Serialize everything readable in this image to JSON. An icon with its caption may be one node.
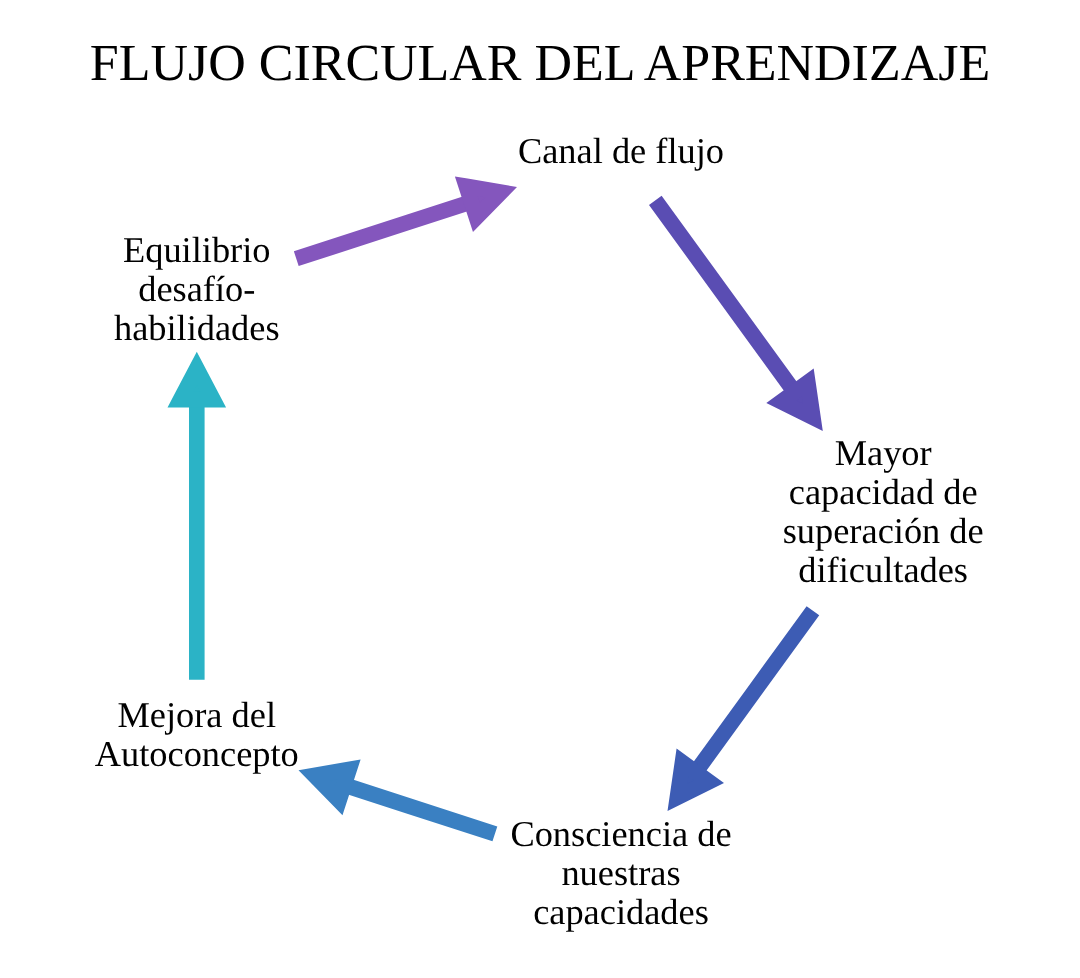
{
  "diagram": {
    "title": "FLUJO CIRCULAR DEL APRENDIZAJE",
    "nodes": [
      {
        "text": [
          "Mejora del Autoconcepto"
        ]
      },
      {
        "text": [
          "Equilibrio desafío-habilidades"
        ]
      },
      {
        "text": [
          "Canal de flujo"
        ]
      },
      {
        "text": [
          "Mayor capacidad de superación de dificultades"
        ]
      },
      {
        "text": [
          "Consciencia de nuestras capacidades"
        ]
      }
    ],
    "edges": [
      {
        "from": 0,
        "to": 1,
        "arrow": "to",
        "color": "#2bb3c6"
      },
      {
        "from": 1,
        "to": 2,
        "arrow": "to",
        "color": "#8456bd"
      },
      {
        "from": 2,
        "to": 3,
        "arrow": "to",
        "color": "#5a4db3"
      },
      {
        "from": 3,
        "to": 4,
        "arrow": "to",
        "color": "#3d5cb4"
      },
      {
        "from": 4,
        "to": 0,
        "arrow": "to",
        "color": "#3a80c2"
      }
    ]
  }
}
